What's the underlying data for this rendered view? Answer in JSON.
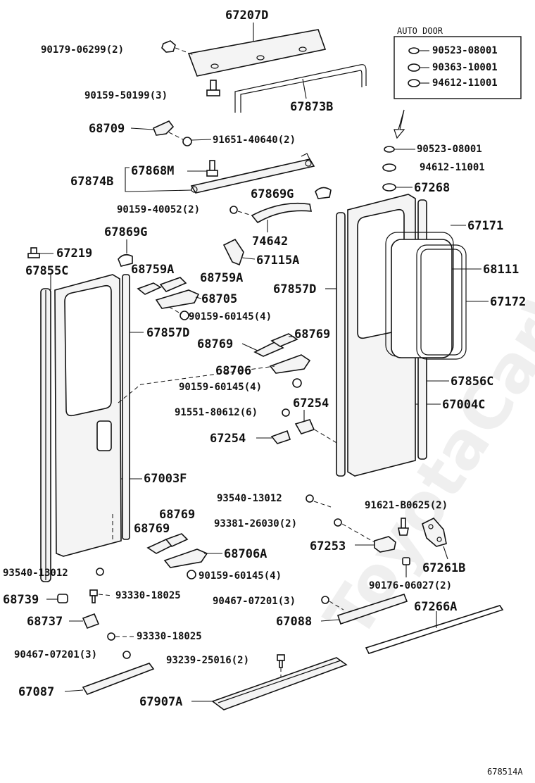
{
  "diagram": {
    "watermark": "ToyotaCarWiki.ru",
    "figure_code": "678514A",
    "inset": {
      "title": "AUTO DOOR",
      "items": [
        "90523-08001",
        "90363-10001",
        "94612-11001"
      ]
    },
    "labels": {
      "l67207D": "67207D",
      "l90179": "90179-06299(2)",
      "l90159_50199": "90159-50199(3)",
      "l67873B": "67873B",
      "l68709": "68709",
      "l91651": "91651-40640(2)",
      "l67868M": "67868M",
      "l67874B": "67874B",
      "l67869G_top": "67869G",
      "l90159_40052": "90159-40052(2)",
      "l74642": "74642",
      "l67869G_left": "67869G",
      "l67115A": "67115A",
      "l67219": "67219",
      "l67855C": "67855C",
      "l68759A_1": "68759A",
      "l68759A_2": "68759A",
      "l68705": "68705",
      "l90159_60145_a": "90159-60145(4)",
      "l67857D_left": "67857D",
      "l68769_a": "68769",
      "l68769_b": "68769",
      "l68706": "68706",
      "l90159_60145_b": "90159-60145(4)",
      "l91551": "91551-80612(6)",
      "l67254_a": "67254",
      "l67254_b": "67254",
      "l67003F": "67003F",
      "l93540_a": "93540-13012",
      "l68769_c": "68769",
      "l68769_d": "68769",
      "l93381": "93381-26030(2)",
      "l68706A": "68706A",
      "l67253": "67253",
      "l93540_b": "93540-13012",
      "l90159_60145_c": "90159-60145(4)",
      "l68739": "68739",
      "l93330_a": "93330-18025",
      "l68737": "68737",
      "l93330_b": "93330-18025",
      "l90467_a": "90467-07201(3)",
      "l67087": "67087",
      "l93239": "93239-25016(2)",
      "l67907A": "67907A",
      "l90467_b": "90467-07201(3)",
      "l67088": "67088",
      "l67266A": "67266A",
      "l67857D_right": "67857D",
      "l90523": "90523-08001",
      "l94612": "94612-11001",
      "l67268": "67268",
      "l67171": "67171",
      "l68111": "68111",
      "l67172": "67172",
      "l67856C": "67856C",
      "l67004C": "67004C",
      "l91621": "91621-B0625(2)",
      "l67261B": "67261B",
      "l90176": "90176-06027(2)"
    }
  }
}
